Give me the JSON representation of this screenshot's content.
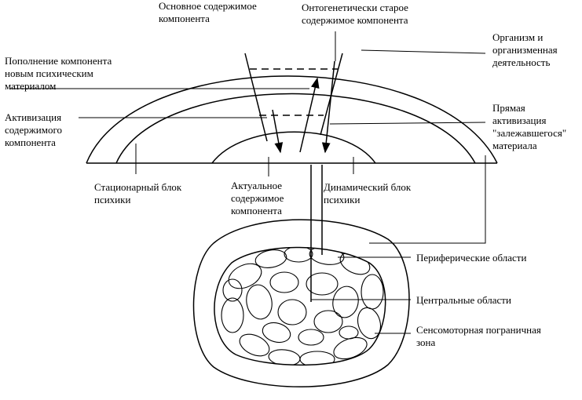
{
  "labels": {
    "main_content": "Основное содержимое\nкомпонента",
    "onto_old": "Онтогенетически старое\nсодержимое компонента",
    "organism": "Организм и\nорганизменная\nдеятельность",
    "replenish": "Пополнение компонента\nновым психическим\nматериалом",
    "activation": "Активизация\nсодержимого\nкомпонента",
    "direct_activation": "Прямая\nактивизация\n\"залежавшегося\"\nматериала",
    "stationary": "Стационарный блок\nпсихики",
    "actual": "Актуальное\nсодержимое\nкомпонента",
    "dynamic": "Динамический блок\nпсихики",
    "peripheral": "Периферические области",
    "central": "Центральные области",
    "sensomotor": "Сенсомоторная пограничная\nзона"
  },
  "colors": {
    "ink": "#000000",
    "background": "#ffffff"
  }
}
